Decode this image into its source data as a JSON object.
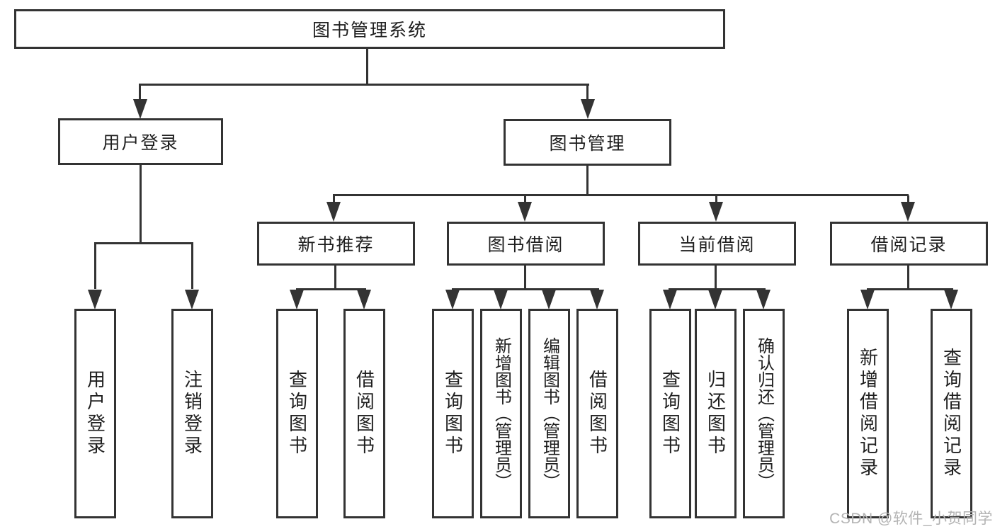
{
  "colors": {
    "line": "#333333",
    "box_border": "#333333",
    "text": "#1f1f1f",
    "watermark": "#b3b3b3",
    "background": "#ffffff"
  },
  "nodes": {
    "root": "图书管理系统",
    "user_login": "用户登录",
    "book_management": "图书管理",
    "new_book_recommend": "新书推荐",
    "book_borrow": "图书借阅",
    "current_borrow": "当前借阅",
    "borrow_record": "借阅记录",
    "leaf_user_login": "用户登录",
    "leaf_logout": "注销登录",
    "leaf_recommend_query_book": "查询图书",
    "leaf_recommend_borrow_book": "借阅图书",
    "leaf_borrow_query_book": "查询图书",
    "leaf_borrow_add_book": "新增图书（管理员）",
    "leaf_borrow_edit_book": "编辑图书（管理员）",
    "leaf_borrow_borrow_book": "借阅图书",
    "leaf_current_query_book": "查询图书",
    "leaf_current_return_book": "归还图书",
    "leaf_current_confirm_return": "确认归还（管理员）",
    "leaf_record_add": "新增借阅记录",
    "leaf_record_query": "查询借阅记录"
  },
  "watermark": "CSDN @软件_小贺同学"
}
